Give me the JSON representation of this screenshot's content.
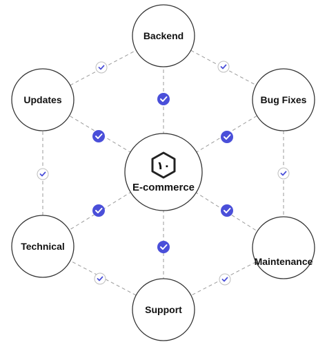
{
  "center": {
    "label": "E-commerce",
    "logo_glyph": "١٠",
    "icon": "hexagon-logo-icon"
  },
  "nodes": [
    {
      "id": "backend",
      "label": "Backend"
    },
    {
      "id": "updates",
      "label": "Updates"
    },
    {
      "id": "bug-fixes",
      "label": "Bug Fixes"
    },
    {
      "id": "technical",
      "label": "Technical"
    },
    {
      "id": "maintenance",
      "label": "Maintenance"
    },
    {
      "id": "support",
      "label": "Support"
    }
  ],
  "colors": {
    "accent": "#4a4fd9",
    "line": "#9a9a9a",
    "circle_stroke": "#333333",
    "ring_check": "#4a4fd9"
  },
  "icons": {
    "filled_check": "check-circle-filled-icon",
    "outline_check": "check-circle-outline-icon"
  }
}
